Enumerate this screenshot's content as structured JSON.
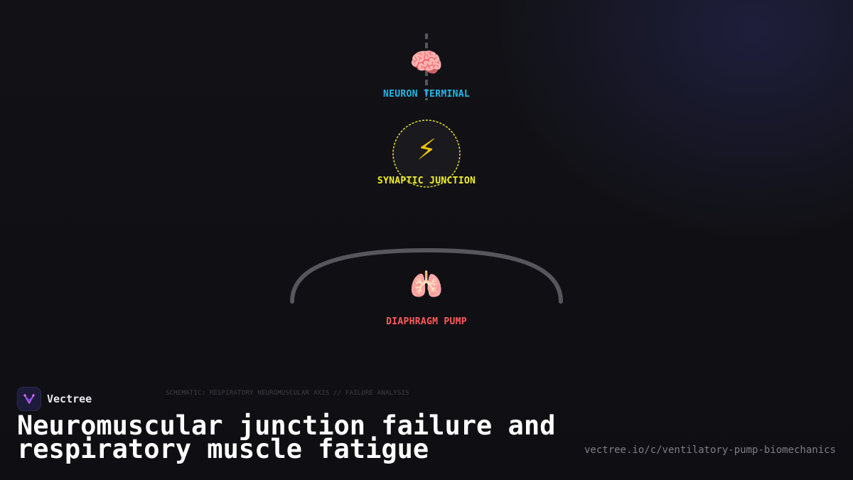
{
  "diagram": {
    "nodes": {
      "neuron": {
        "label": "NEURON TERMINAL",
        "icon": "brain-icon",
        "glyph": "🧠",
        "color": "#22b8e8"
      },
      "synapse": {
        "label": "SYNAPTIC JUNCTION",
        "icon": "lightning-bolt-icon",
        "glyph": "⚡",
        "color": "#f2ee2a"
      },
      "diaphragm": {
        "label": "DIAPHRAGM PUMP",
        "icon": "lungs-icon",
        "glyph": "🫁",
        "color": "#ff5b5b"
      }
    },
    "caption": "SCHEMATIC: RESPIRATORY NEUROMUSCULAR AXIS // FAILURE ANALYSIS"
  },
  "brand": {
    "name": "Vectree",
    "icon": "vectree-logo-icon",
    "accent": "#b455e0"
  },
  "title": "Neuromuscular junction failure and respiratory muscle fatigue",
  "url": "vectree.io/c/ventilatory-pump-biomechanics"
}
